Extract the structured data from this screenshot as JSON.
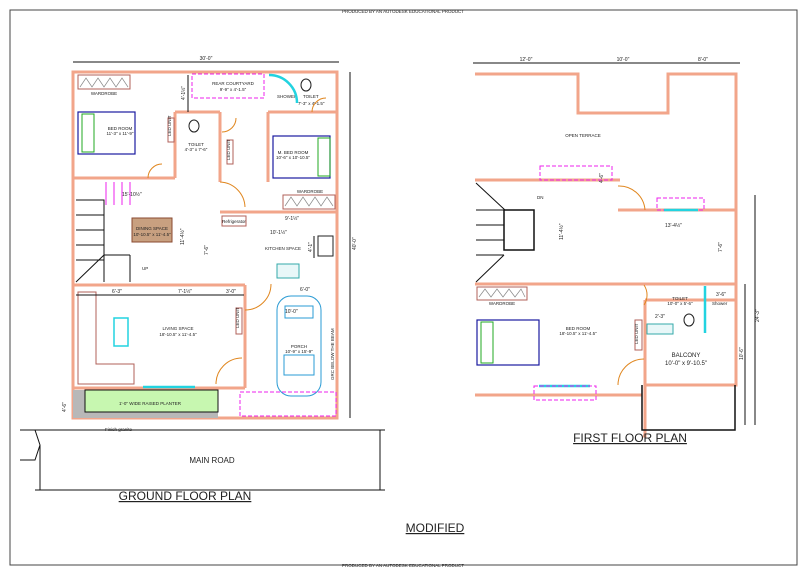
{
  "watermark_top": "PRODUCED BY AN AUTODESK EDUCATIONAL PRODUCT",
  "watermark_bottom": "PRODUCED BY AN AUTODESK EDUCATIONAL PRODUCT",
  "ground_floor": {
    "title": "GROUND FLOOR PLAN",
    "width_dim": "30'-0\"",
    "depth_dim": "40'-0\"",
    "rooms": {
      "rear_courtyard": {
        "name": "REAR COURTYARD",
        "size": "9'-9\" x 4'-1.5\""
      },
      "toilet_top": {
        "name": "TOILET",
        "size": "7'-3\" x 4'-1.5\""
      },
      "shower": "SHOWER",
      "bedroom_left": {
        "name": "BED ROOM",
        "size": "11'-3\" x 11'-9\""
      },
      "toilet_mid": {
        "name": "TOILET",
        "size": "4'-3\" x 7'-6\""
      },
      "bedroom_right": {
        "name": "M. BED ROOM",
        "size": "10'-6\" x 10'-10.5\""
      },
      "wardrobe_left": "WARDROBE",
      "wardrobe_right": "WARDROBE",
      "led_unit_1": "LED UNIT",
      "led_unit_2": "LED UNIT",
      "led_unit_3": "LED UNIT",
      "dining": {
        "name": "DINING SPACE",
        "size": "10'-10.5\" x 11'-4.5\""
      },
      "kitchen": "KITCHEN SPACE",
      "refrigerator": "Refrigerator",
      "living": {
        "name": "LIVING SPACE",
        "size": "18'-10.5\" x 11'-4.5\""
      },
      "porch": {
        "name": "PORCH",
        "size": "10'-9\" x 15'-9\""
      },
      "planter": "1'-0\" WIDE RAISED PLANTER",
      "finish": "Finish granite",
      "beam_note": "GRC BELOW THE BEAM",
      "stairs_up": "UP"
    },
    "dims": [
      "15'-10½\"",
      "9'-1½\"",
      "10'-1½\"",
      "11'-4½\"",
      "7'-6\"",
      "4'-1\"",
      "6'-3\"",
      "7'-1½\"",
      "3'-0\"",
      "6'-0\"",
      "10'-0\"",
      "4'-1½\"",
      "4'-6\""
    ],
    "road": "MAIN     ROAD"
  },
  "first_floor": {
    "title": "FIRST FLOOR PLAN",
    "top_dims": [
      "12'-0\"",
      "10'-0\"",
      "8'-0\""
    ],
    "rooms": {
      "terrace": "OPEN TERRACE",
      "bedroom": {
        "name": "BED ROOM",
        "size": "18'-10.5\" x 11'-4.5\""
      },
      "toilet": {
        "name": "TOILET",
        "size": "10'-0\" x 5'-6\""
      },
      "shower": "Shower",
      "balcony": {
        "name": "BALCONY",
        "size": "10'-0\" x 9'-10.5\""
      },
      "wardrobe": "WARDROBE",
      "led_unit": "LED UNIT",
      "stairs_down": "DN"
    },
    "dims": [
      "4'-6\"",
      "11'-4½\"",
      "13'-4½\"",
      "7'-6\"",
      "3'-6\"",
      "2'-3\"",
      "10'-6\"",
      "24'-3\""
    ]
  },
  "footer_label": "MODIFIED"
}
